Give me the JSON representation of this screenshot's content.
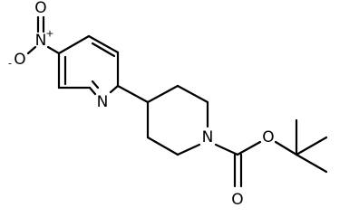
{
  "molecule": {
    "atoms": {
      "O_minus": {
        "symbol": "O",
        "charge": "-"
      },
      "N_nitro": {
        "symbol": "N",
        "charge": "+"
      },
      "O_top": {
        "symbol": "O"
      },
      "N_pyridine": {
        "symbol": "N"
      },
      "N_piperidine": {
        "symbol": "N"
      },
      "O_carbonyl": {
        "symbol": "O"
      },
      "O_ester": {
        "symbol": "O"
      }
    }
  }
}
